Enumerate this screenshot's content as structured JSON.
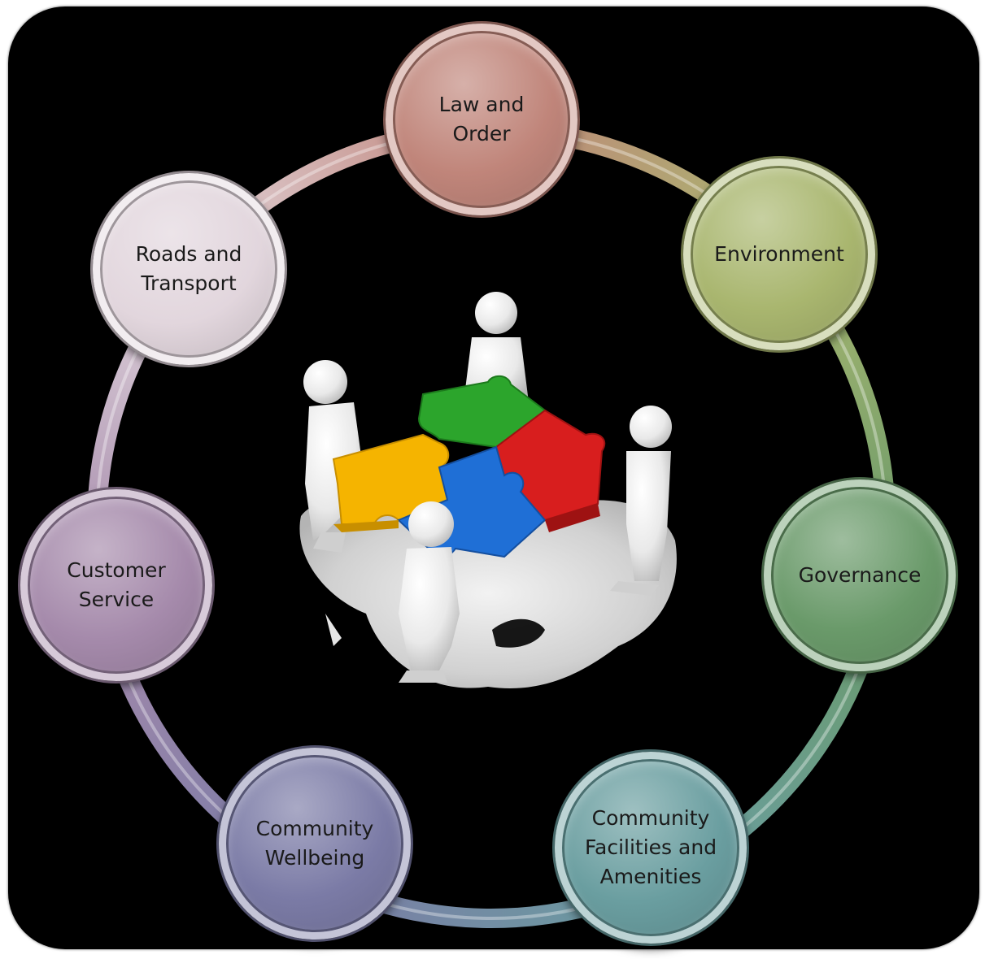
{
  "diagram": {
    "nodes": [
      {
        "id": "law-and-order",
        "label": "Law and\nOrder",
        "color": "#c0857a"
      },
      {
        "id": "environment",
        "label": "Environment",
        "color": "#a9b66f"
      },
      {
        "id": "governance",
        "label": "Governance",
        "color": "#6a9a6a"
      },
      {
        "id": "community-facilities",
        "label": "Community\nFacilities and\nAmenities",
        "color": "#6a9ea0"
      },
      {
        "id": "community-wellbeing",
        "label": "Community\nWellbeing",
        "color": "#7b7ba6"
      },
      {
        "id": "customer-service",
        "label": "Customer\nService",
        "color": "#a58aab"
      },
      {
        "id": "roads-and-transport",
        "label": "Roads and\nTransport",
        "color": "#e2d6dd"
      }
    ],
    "center_image": "people-assembling-puzzle-illustration",
    "puzzle_colors": [
      "#f5b400",
      "#2ca52c",
      "#d81e1e",
      "#1f6fd6"
    ]
  }
}
